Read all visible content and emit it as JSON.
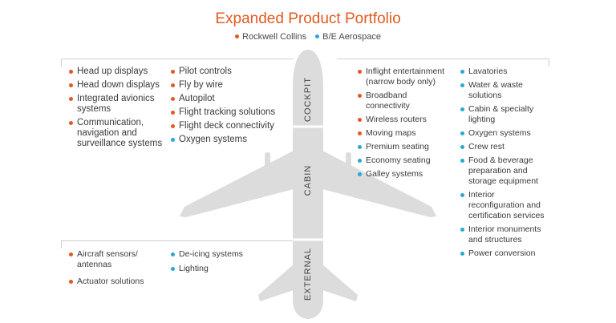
{
  "title": "Expanded Product Portfolio",
  "legend": [
    {
      "label": "Rockwell Collins",
      "color": "#e05a22"
    },
    {
      "label": "B/E Aerospace",
      "color": "#2aa6d8"
    }
  ],
  "segments": {
    "cockpit": "COCKPIT",
    "cabin": "CABIN",
    "external": "EXTERNAL"
  },
  "cockpit": {
    "col1": [
      {
        "text": "Head up displays",
        "org": "rc"
      },
      {
        "text": "Head down displays",
        "org": "rc"
      },
      {
        "text": "Integrated avionics systems",
        "org": "rc"
      },
      {
        "text": "Communication, navigation and surveillance systems",
        "org": "rc"
      }
    ],
    "col2": [
      {
        "text": "Pilot controls",
        "org": "rc"
      },
      {
        "text": "Fly by wire",
        "org": "rc"
      },
      {
        "text": "Autopilot",
        "org": "rc"
      },
      {
        "text": "Flight tracking solutions",
        "org": "rc"
      },
      {
        "text": "Flight deck connectivity",
        "org": "rc"
      },
      {
        "text": "Oxygen systems",
        "org": "be"
      }
    ]
  },
  "cabin": {
    "col1": [
      {
        "text": "Inflight entertainment (narrow body only)",
        "org": "rc"
      },
      {
        "text": "Broadband connectivity",
        "org": "rc"
      },
      {
        "text": "Wireless routers",
        "org": "rc"
      },
      {
        "text": "Moving maps",
        "org": "rc"
      },
      {
        "text": "Premium seating",
        "org": "be"
      },
      {
        "text": "Economy seating",
        "org": "be"
      },
      {
        "text": "Galley systems",
        "org": "be"
      }
    ],
    "col2": [
      {
        "text": "Lavatories",
        "org": "be"
      },
      {
        "text": "Water & waste solutions",
        "org": "be"
      },
      {
        "text": "Cabin & specialty lighting",
        "org": "be"
      },
      {
        "text": "Oxygen systems",
        "org": "be"
      },
      {
        "text": "Crew rest",
        "org": "be"
      },
      {
        "text": "Food & beverage preparation and storage equipment",
        "org": "be"
      },
      {
        "text": "Interior reconfiguration and certification services",
        "org": "be"
      },
      {
        "text": "Interior monuments and structures",
        "org": "be"
      },
      {
        "text": "Power conversion",
        "org": "be"
      }
    ]
  },
  "external": {
    "col1": [
      {
        "text": "Aircraft sensors/ antennas",
        "org": "rc"
      },
      {
        "text": "Actuator solutions",
        "org": "rc"
      }
    ],
    "col2": [
      {
        "text": "De-icing systems",
        "org": "be"
      },
      {
        "text": "Lighting",
        "org": "be"
      }
    ]
  }
}
